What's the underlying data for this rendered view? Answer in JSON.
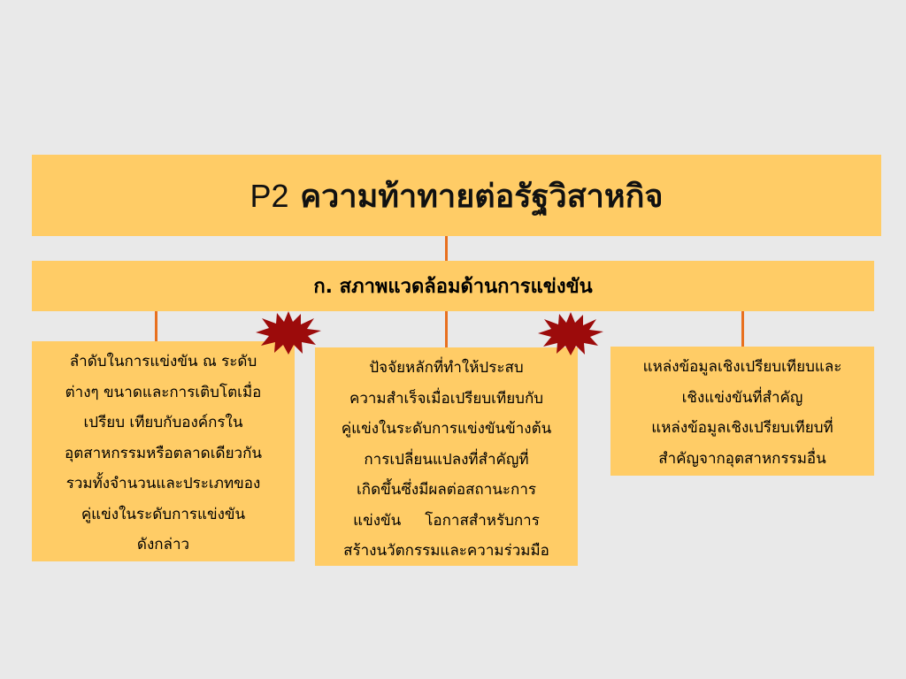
{
  "diagram": {
    "title_prefix": "P2",
    "title_rest": "ความท้าทายต่อรัฐวิสาหกิจ",
    "subtitle": "ก. สภาพแวดล้อมด้านการแข่งขัน",
    "boxes": [
      {
        "lines": [
          "ลำดับในการแข่งขัน ณ ระดับ",
          "ต่างๆ  ขนาดและการเติบโตเมื่อ",
          "เปรียบ เทียบกับองค์กรใน",
          "อุตสาหกรรมหรือตลาดเดียวกัน",
          "รวมทั้งจำนวนและประเภทของ",
          "คู่แข่งในระดับการแข่งขัน",
          "ดังกล่าว"
        ]
      },
      {
        "lines": [
          "ปัจจัยหลักที่ทำให้ประสบ",
          "ความสำเร็จเมื่อเปรียบเทียบกับ",
          "คู่แข่งในระดับการแข่งขันข้างต้น",
          "การเปลี่ยนแปลงที่สำคัญที่",
          "เกิดขึ้นซึ่งมีผลต่อสถานะการ",
          "แข่งขัน     โอกาสสำหรับการ",
          "สร้างนวัตกรรมและความร่วมมือ"
        ]
      },
      {
        "lines": [
          "แหล่งข้อมูลเชิงเปรียบเทียบและ",
          "เชิงแข่งขันที่สำคัญ",
          "แหล่งข้อมูลเชิงเปรียบเทียบที่",
          "สำคัญจากอุตสาหกรรมอื่น"
        ]
      }
    ],
    "colors": {
      "box_fill": "#ffcc66",
      "connector": "#e8701f",
      "burst_fill": "#9c0b0b",
      "background": "#e9e9e9"
    },
    "icons": [
      "burst-star-icon",
      "burst-star-icon"
    ]
  }
}
